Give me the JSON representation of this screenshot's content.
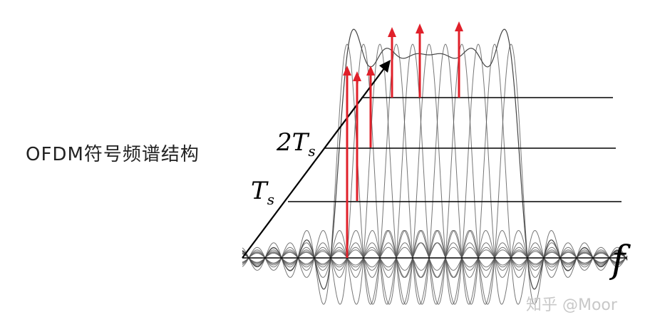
{
  "caption": "OFDM符号频谱结构",
  "labels": {
    "two_ts_main": "2T",
    "two_ts_sub": "s",
    "ts_main": "T",
    "ts_sub": "s",
    "axis_f": "f"
  },
  "watermark": "知乎 @Moor",
  "colors": {
    "spectrum": "#555555",
    "axis": "#000000",
    "arrow": "#e0202a"
  },
  "diagram": {
    "subcarrier_count": 11,
    "time_slots": [
      "Ts",
      "2Ts"
    ]
  }
}
